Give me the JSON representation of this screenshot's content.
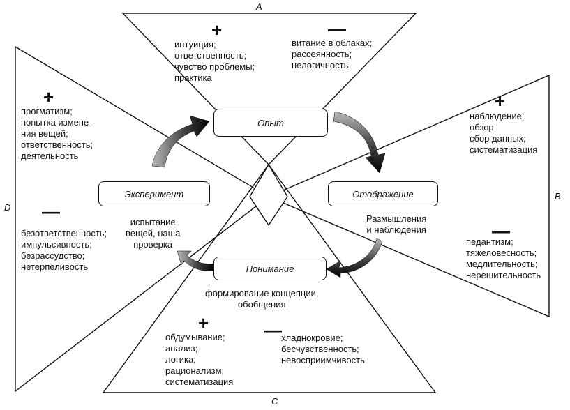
{
  "corners": {
    "a": "A",
    "b": "B",
    "c": "C",
    "d": "D"
  },
  "stages": {
    "experience": "Опыт",
    "reflection": "Отображение",
    "understanding": "Понимание",
    "experiment": "Эксперимент"
  },
  "stage_notes": {
    "reflection": [
      "Размышления",
      "и наблюдения"
    ],
    "understanding": [
      "формирование  концепции,",
      "обобщения"
    ],
    "experiment": [
      "испытание",
      "вещей, наша",
      "проверка"
    ]
  },
  "signs": {
    "plus": "+",
    "minus": "—"
  },
  "quadrants": {
    "top": {
      "plus": [
        "интуиция;",
        "ответственность;",
        "чувство проблемы;",
        "практика"
      ],
      "minus": [
        "витание в облаках;",
        "рассеянность;",
        "нелогичность"
      ]
    },
    "right": {
      "plus": [
        "наблюдение;",
        "обзор;",
        "сбор данных;",
        "систематизация"
      ],
      "minus": [
        "педантизм;",
        "тяжеловесность;",
        "медлительность;",
        "нерешительность"
      ]
    },
    "bottom": {
      "plus": [
        "обдумывание;",
        "анализ;",
        "логика;",
        "рационализм;",
        "систематизация"
      ],
      "minus": [
        "хладнокровие;",
        "бесчувственность;",
        "невосприимчивость"
      ]
    },
    "left": {
      "plus": [
        "прогматизм;",
        "попытка измене-",
        "ния вещей;",
        "ответственность;",
        "деятельность"
      ],
      "minus": [
        "безответственность;",
        "импульсивность;",
        "безрассудство;",
        "нетерпеливость"
      ]
    }
  }
}
